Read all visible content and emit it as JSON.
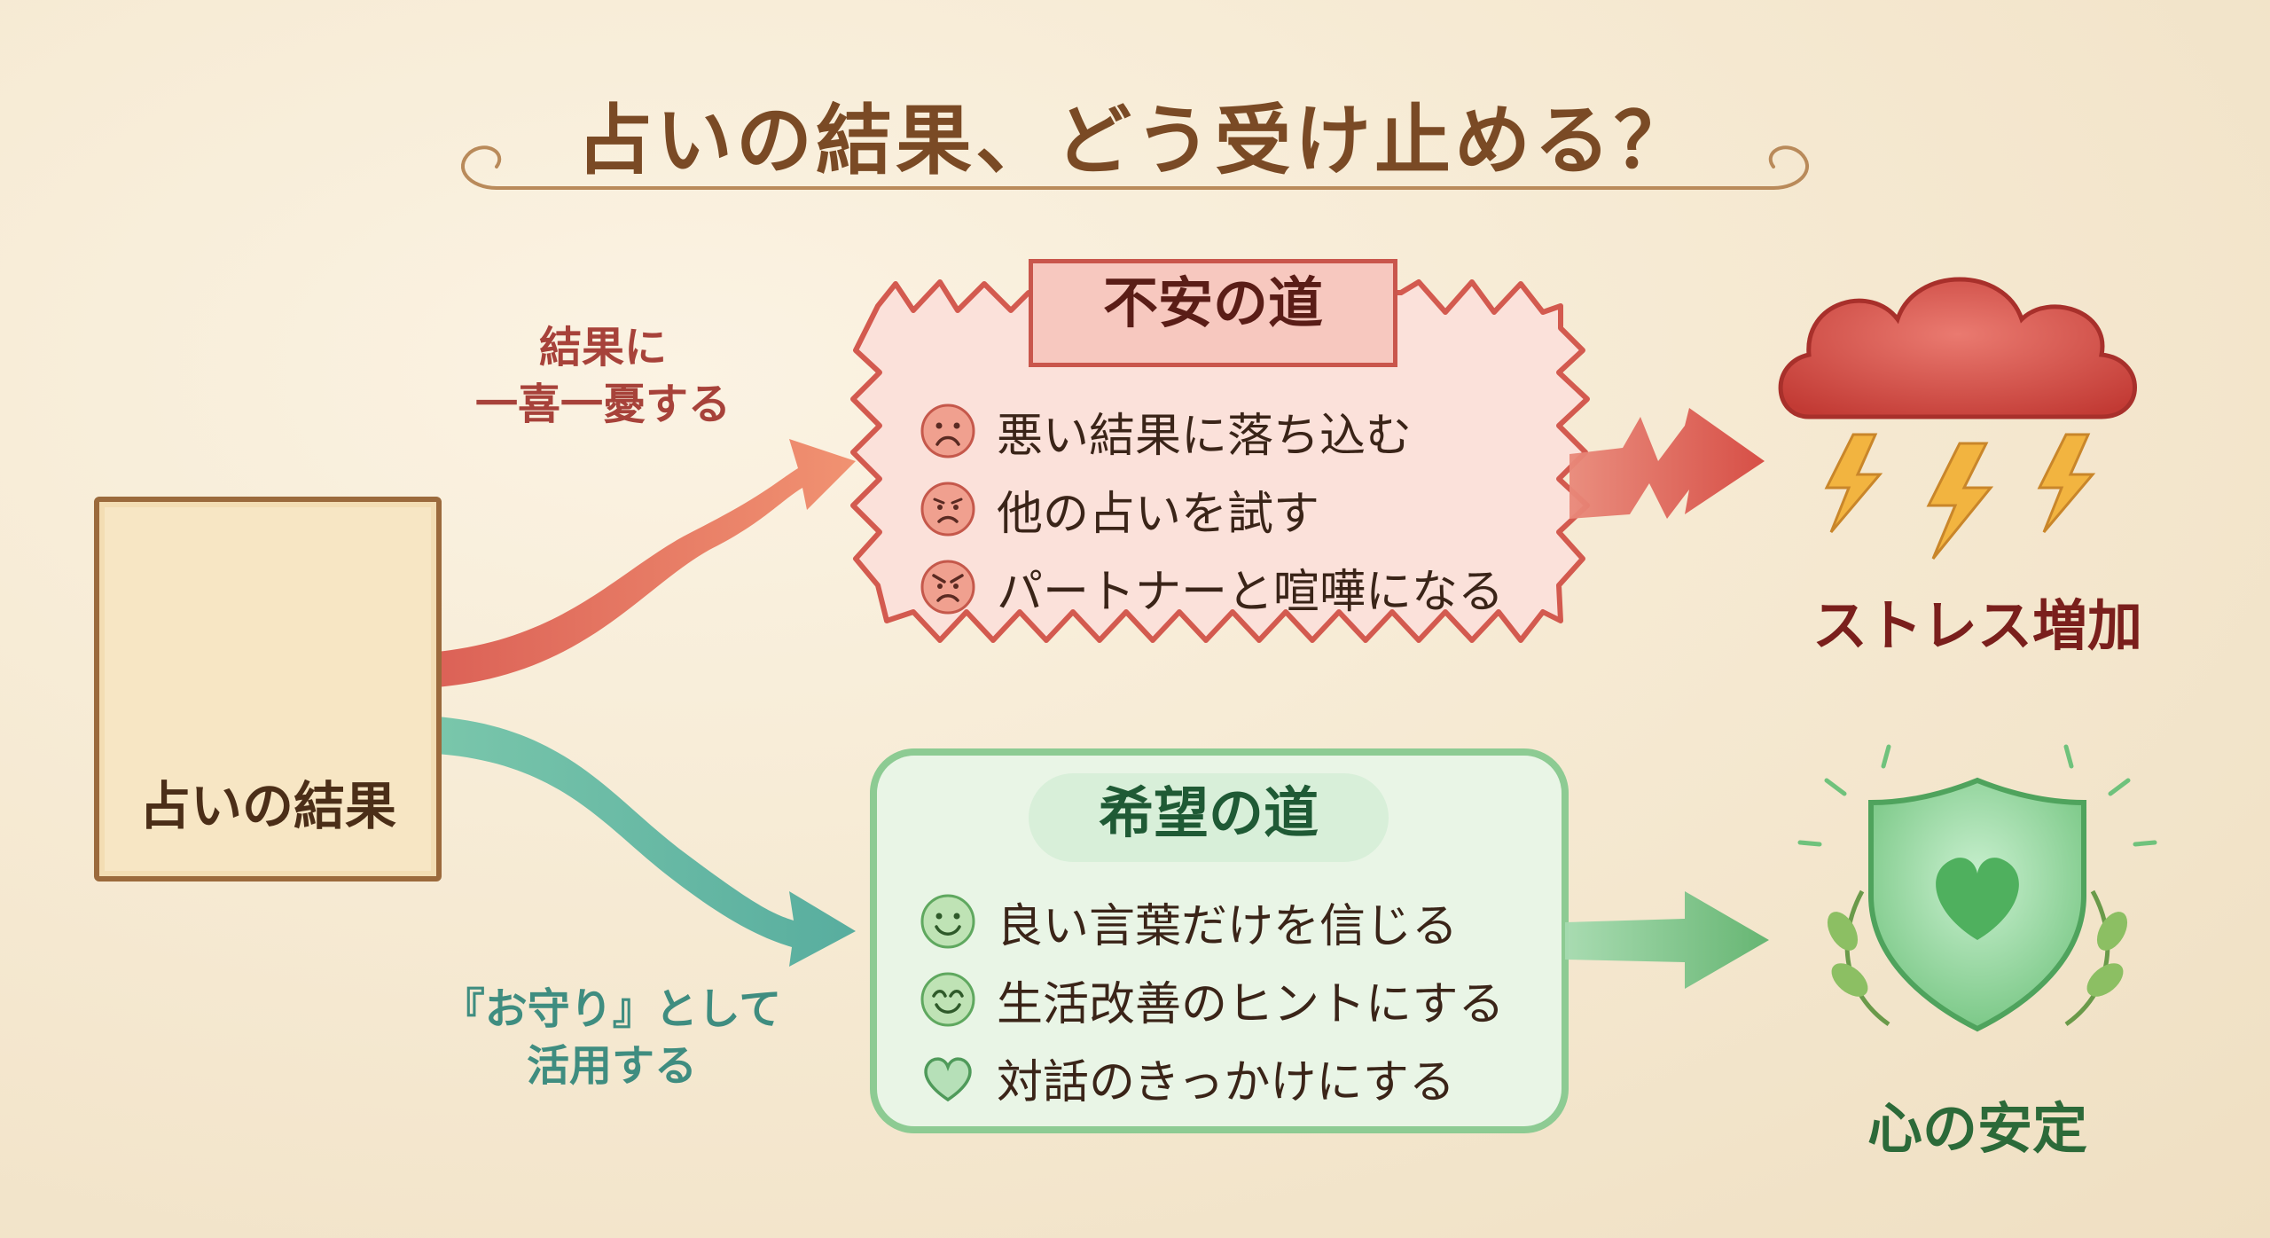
{
  "title": "占いの結果、どう受け止める？",
  "source": {
    "label": "占いの結果",
    "icon": "crystal-ball-icon"
  },
  "edges": {
    "anxiety_label_line1": "結果に",
    "anxiety_label_line2": "一喜一憂する",
    "hope_label_line1": "『お守り』として",
    "hope_label_line2": "活用する"
  },
  "anxiety_path": {
    "title": "不安の道",
    "color": "#d85a4e",
    "items": [
      {
        "text": "悪い結果に落ち込む",
        "icon": "sad-face-icon"
      },
      {
        "text": "他の占いを試す",
        "icon": "worried-face-icon"
      },
      {
        "text": "パートナーと喧嘩になる",
        "icon": "angry-face-icon"
      }
    ],
    "outcome": "ストレス増加",
    "outcome_icon": "storm-cloud-icon"
  },
  "hope_path": {
    "title": "希望の道",
    "color": "#5fb36e",
    "items": [
      {
        "text": "良い言葉だけを信じる",
        "icon": "smile-face-icon"
      },
      {
        "text": "生活改善のヒントにする",
        "icon": "happy-face-icon"
      },
      {
        "text": "対話のきっかけにする",
        "icon": "heart-icon"
      }
    ],
    "outcome": "心の安定",
    "outcome_icon": "heart-shield-icon"
  }
}
